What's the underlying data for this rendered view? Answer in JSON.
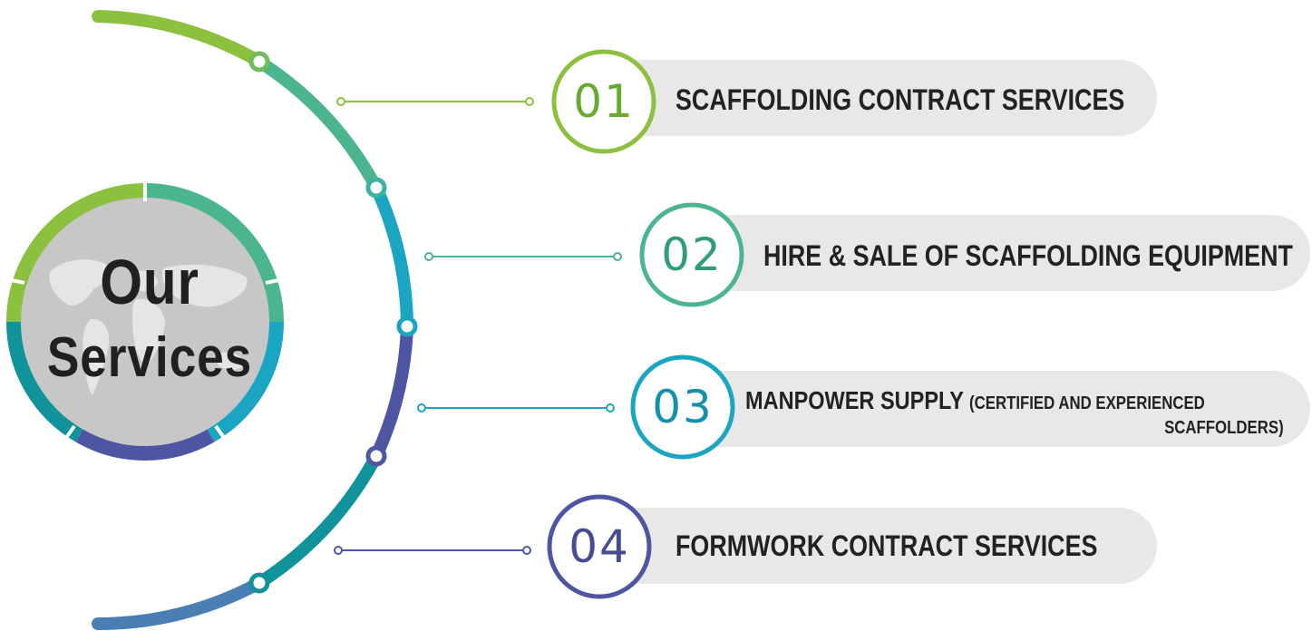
{
  "hub": {
    "line1": "Our",
    "line2": "Services"
  },
  "colors": {
    "green": "#8cc13f",
    "teal_green": "#4bb68d",
    "cyan": "#1aa5c2",
    "indigo": "#4e56a3",
    "teal": "#11939c",
    "steel_blue": "#4a7fb3",
    "pill_gray": "#e8e8e8",
    "hub_gray": "#c7c7c7"
  },
  "services": [
    {
      "number": "01",
      "title": "SCAFFOLDING CONTRACT SERVICES",
      "color": "#8cc13f"
    },
    {
      "number": "02",
      "title": "HIRE & SALE OF SCAFFOLDING EQUIPMENT",
      "color": "#4bb68d"
    },
    {
      "number": "03",
      "title": "MANPOWER SUPPLY",
      "detail_line1": "(CERTIFIED AND EXPERIENCED",
      "detail_line2": "SCAFFOLDERS)",
      "color": "#1aa5c2"
    },
    {
      "number": "04",
      "title": "FORMWORK CONTRACT SERVICES",
      "color": "#4e56a3"
    }
  ]
}
